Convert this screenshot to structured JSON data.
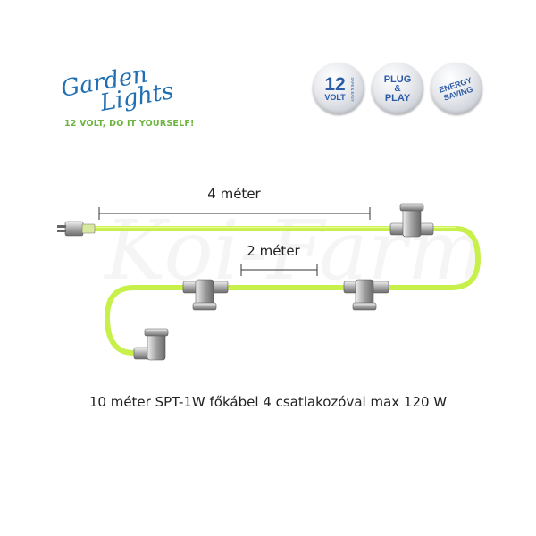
{
  "brand": {
    "logo_text": "Garden Lights",
    "tagline": "12 VOLT, DO IT YOURSELF!",
    "colors": {
      "logo_blue": "#1f6fb2",
      "tagline_green": "#6db43e",
      "badge_text": "#2a5aa8"
    }
  },
  "badges": [
    {
      "icon": "12-volt-badge-icon",
      "main": "12",
      "sub": "VOLT",
      "side": "SAFE & EASY"
    },
    {
      "icon": "plug-and-play-badge-icon",
      "line1": "PLUG",
      "line2": "&",
      "line3": "PLAY"
    },
    {
      "icon": "energy-saving-badge-icon",
      "line1": "ENERGY",
      "line2": "SAVING"
    }
  ],
  "diagram": {
    "cable_color": "#c8f04a",
    "dim_top": "4 méter",
    "dim_middle": "2 méter",
    "watermark": "Koi-Farm"
  },
  "caption": "10 méter SPT-1W főkábel 4 csatlakozóval max 120 W"
}
